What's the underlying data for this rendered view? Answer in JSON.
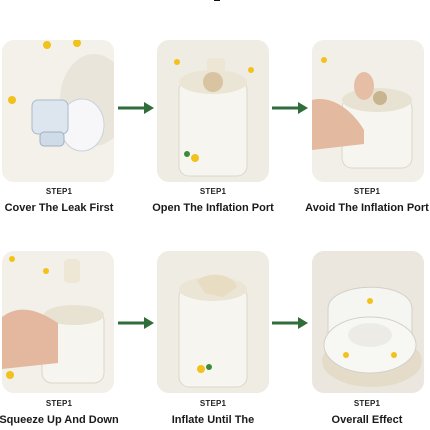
{
  "colors": {
    "arrow": "#2f6d3b",
    "fabric": "#f4f2ea",
    "lemon": "#f1c21b",
    "leaf": "#3f8a3a",
    "valve": "#d8c4a0"
  },
  "steps": [
    {
      "step_label": "STEP1",
      "caption": "Cover The Leak First"
    },
    {
      "step_label": "STEP1",
      "caption": "Open The Inflation Port"
    },
    {
      "step_label": "STEP1",
      "caption": "Avoid The Inflation Port"
    },
    {
      "step_label": "STEP1",
      "caption": "Squeeze Up And Down"
    },
    {
      "step_label": "STEP1",
      "caption": "Inflate Until The"
    },
    {
      "step_label": "STEP1",
      "caption": "Overall Effect"
    }
  ]
}
